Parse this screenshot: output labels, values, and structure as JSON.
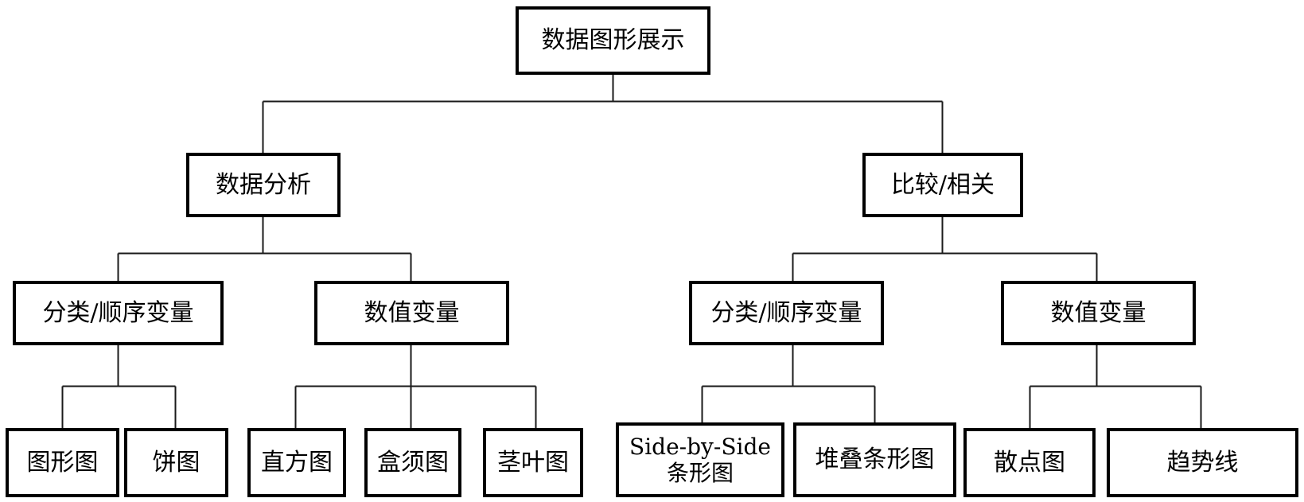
{
  "diagram": {
    "title": "数据图形展示",
    "type": "tree-hierarchy",
    "root": {
      "id": "root",
      "label": "数据图形展示"
    },
    "level2": [
      {
        "id": "analysis",
        "label": "数据分析"
      },
      {
        "id": "comparison",
        "label": "比较/相关"
      }
    ],
    "level3": [
      {
        "id": "analysis-categorical",
        "label": "分类/顺序变量",
        "parent": "analysis"
      },
      {
        "id": "analysis-numeric",
        "label": "数值变量",
        "parent": "analysis"
      },
      {
        "id": "comparison-categorical",
        "label": "分类/顺序变量",
        "parent": "comparison"
      },
      {
        "id": "comparison-numeric",
        "label": "数值变量",
        "parent": "comparison"
      }
    ],
    "leaves": [
      {
        "id": "leaf-graph-chart",
        "label": "图形图",
        "parent": "analysis-categorical"
      },
      {
        "id": "leaf-pie-chart",
        "label": "饼图",
        "parent": "analysis-categorical"
      },
      {
        "id": "leaf-histogram",
        "label": "直方图",
        "parent": "analysis-numeric"
      },
      {
        "id": "leaf-boxplot",
        "label": "盒须图",
        "parent": "analysis-numeric"
      },
      {
        "id": "leaf-stem-leaf",
        "label": "茎叶图",
        "parent": "analysis-numeric"
      },
      {
        "id": "leaf-side-by-side-bar",
        "label": "Side-by-Side\n条形图",
        "parent": "comparison-categorical"
      },
      {
        "id": "leaf-stacked-bar",
        "label": "堆叠条形图",
        "parent": "comparison-categorical"
      },
      {
        "id": "leaf-scatter",
        "label": "散点图",
        "parent": "comparison-numeric"
      },
      {
        "id": "leaf-trendline",
        "label": "趋势线",
        "parent": "comparison-numeric"
      }
    ],
    "colors": {
      "background": "#ffffff",
      "box_border": "#000000",
      "text": "#000000",
      "connector": "#1a1a1a"
    }
  }
}
